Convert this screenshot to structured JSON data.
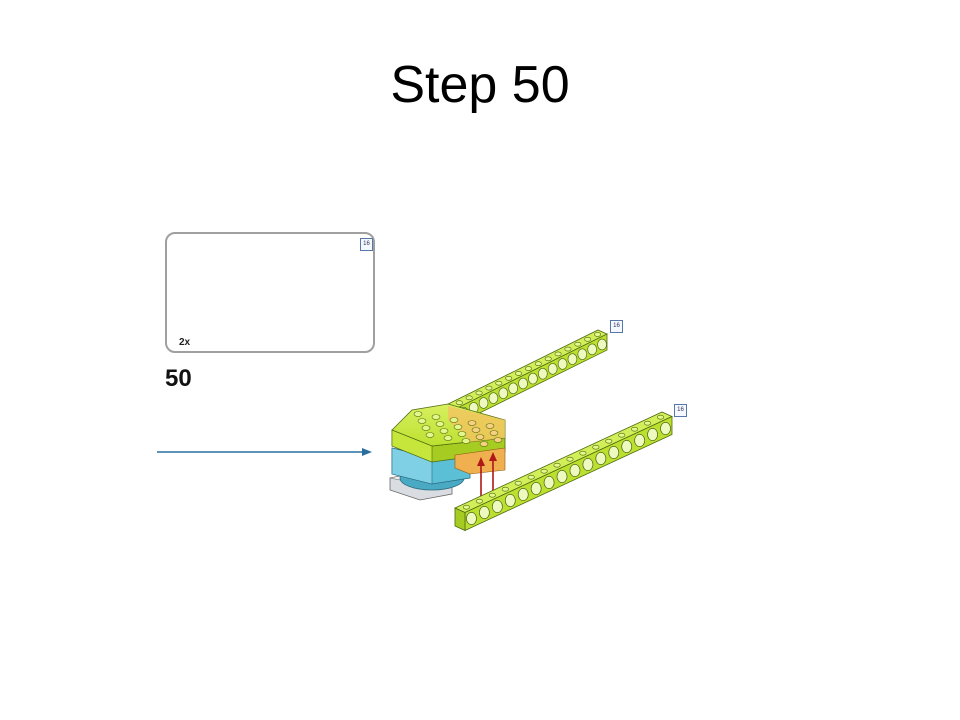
{
  "slide": {
    "title": "Step 50"
  },
  "instruction": {
    "step_number": "50",
    "callout": {
      "quantity": "2x",
      "part_length_badge": "16"
    },
    "beam_badges": [
      "16",
      "16"
    ]
  },
  "colors": {
    "lime": "#bde030",
    "teal": "#5bbfd6",
    "orange": "#f0b050",
    "arrow_red": "#b01818",
    "pointer_blue": "#2a6ea0",
    "box_border": "#a0a0a0"
  }
}
